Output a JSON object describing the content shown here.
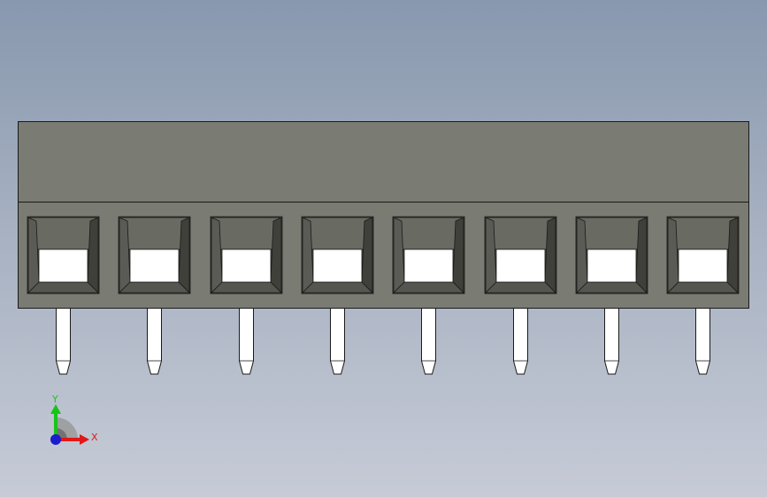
{
  "viewport": {
    "background_top": "#8898ae",
    "background_bottom": "#c6cbd6"
  },
  "model": {
    "component": "terminal-block",
    "positions": 8,
    "body_color": "#7a7b72",
    "cavity_color": "#4c4d46",
    "pin_color": "#ffffff"
  },
  "triad": {
    "x_label": "X",
    "y_label": "Y",
    "x_color": "#e01818",
    "y_color": "#18c418",
    "z_color": "#1c1ccc"
  }
}
